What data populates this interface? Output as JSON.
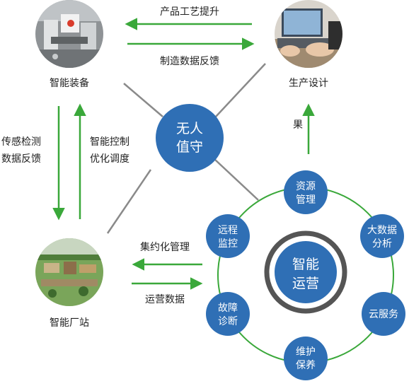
{
  "labels": {
    "top_arrow_left": "产品工艺提升",
    "top_arrow_right": "制造数据反馈",
    "left_arrow_down_line1": "传感检测",
    "left_arrow_down_line2": "数据反馈",
    "left_arrow_up_line1": "智能控制",
    "left_arrow_up_line2": "优化调度",
    "right_arrow_up_partial": "果",
    "bottom_arrow_left": "集约化管理",
    "bottom_arrow_right": "运营数据"
  },
  "images": {
    "equipment": "智能装备",
    "design": "生产设计",
    "factory": "智能厂站"
  },
  "center": {
    "line1": "无人",
    "line2": "值守"
  },
  "hub": {
    "title_line1": "智能",
    "title_line2": "运营",
    "nodes": [
      {
        "line1": "资源",
        "line2": "管理"
      },
      {
        "line1": "大数据",
        "line2": "分析"
      },
      {
        "line1": "云服务",
        "line2": ""
      },
      {
        "line1": "维护",
        "line2": "保养"
      },
      {
        "line1": "故障",
        "line2": "诊断"
      },
      {
        "line1": "远程",
        "line2": "监控"
      }
    ]
  },
  "colors": {
    "node_blue": "#2f6fb5",
    "arrow_green": "#3aa83a",
    "ring_gray": "#555555",
    "line_gray": "#8a8a8a"
  }
}
